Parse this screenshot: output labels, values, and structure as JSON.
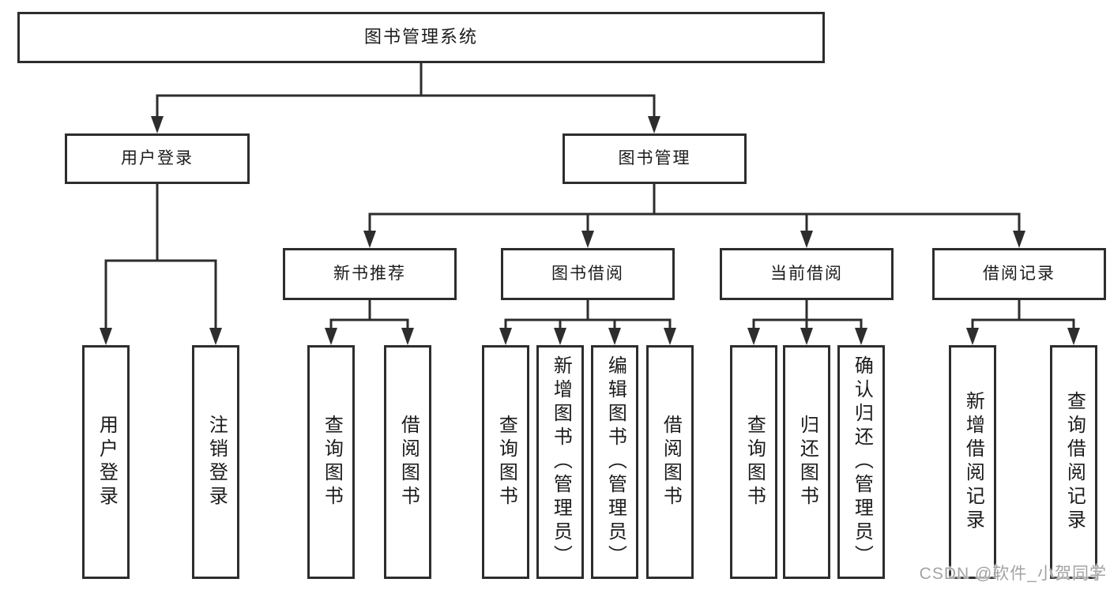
{
  "diagram": {
    "nodes": {
      "root": "图书管理系统",
      "l2": [
        "用户登录",
        "图书管理"
      ],
      "l3": [
        "新书推荐",
        "图书借阅",
        "当前借阅",
        "借阅记录"
      ],
      "g1": [
        "用户登录",
        "注销登录"
      ],
      "g2": [
        "查询图书",
        "借阅图书"
      ],
      "g3": [
        "查询图书",
        "新增图书（管理员）",
        "编辑图书（管理员）",
        "借阅图书"
      ],
      "g4": [
        "查询图书",
        "归还图书",
        "确认归还（管理员）"
      ],
      "g5": [
        "新增借阅记录",
        "查询借阅记录"
      ]
    },
    "watermark": "CSDN @软件_小贺同学",
    "colors": {
      "line": "#2d2d2d",
      "text": "#1b1b1b",
      "watermark": "#a3a3a3",
      "background": "#ffffff"
    }
  }
}
